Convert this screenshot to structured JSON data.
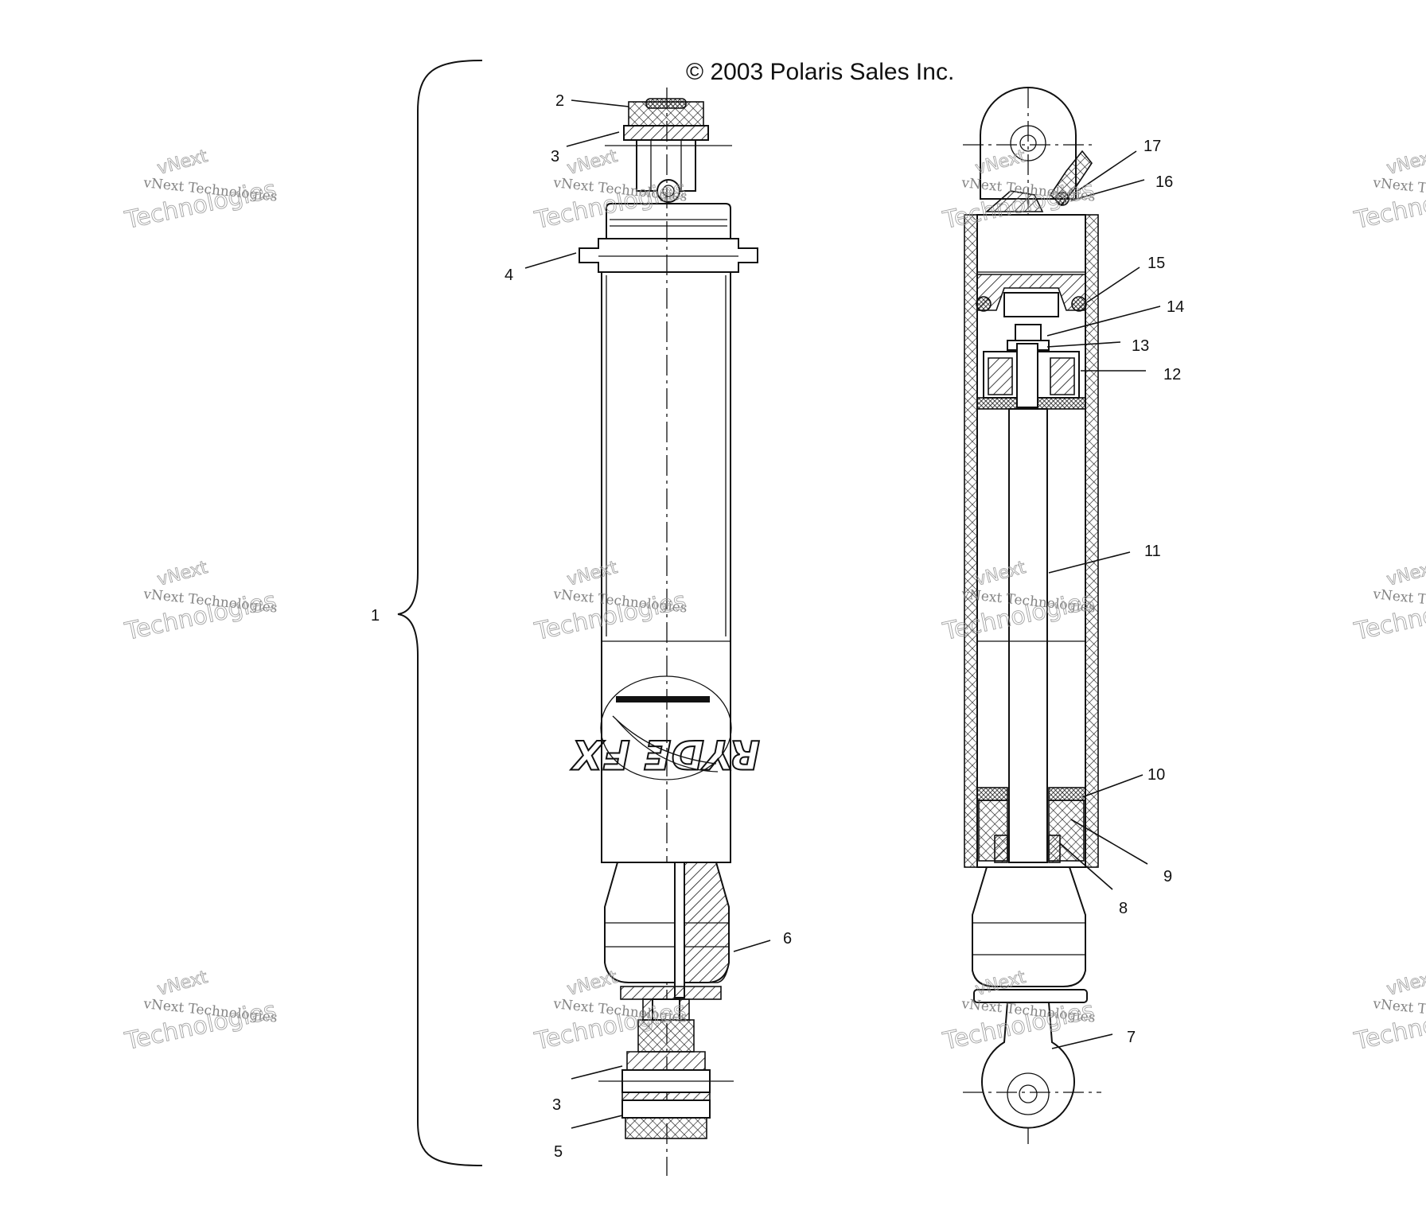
{
  "copyright": "© 2003 Polaris Sales Inc.",
  "callouts": {
    "c1": "1",
    "c2": "2",
    "c3_top": "3",
    "c3_bottom": "3",
    "c4": "4",
    "c5": "5",
    "c6": "6",
    "c7": "7",
    "c8": "8",
    "c9": "9",
    "c10": "10",
    "c11": "11",
    "c12": "12",
    "c13": "13",
    "c14": "14",
    "c15": "15",
    "c16": "16",
    "c17": "17"
  },
  "watermark": {
    "line1": "vNext Technologies",
    "line2": "vNext",
    "line3": "Technologies"
  },
  "logo_text": "RYDE FX"
}
